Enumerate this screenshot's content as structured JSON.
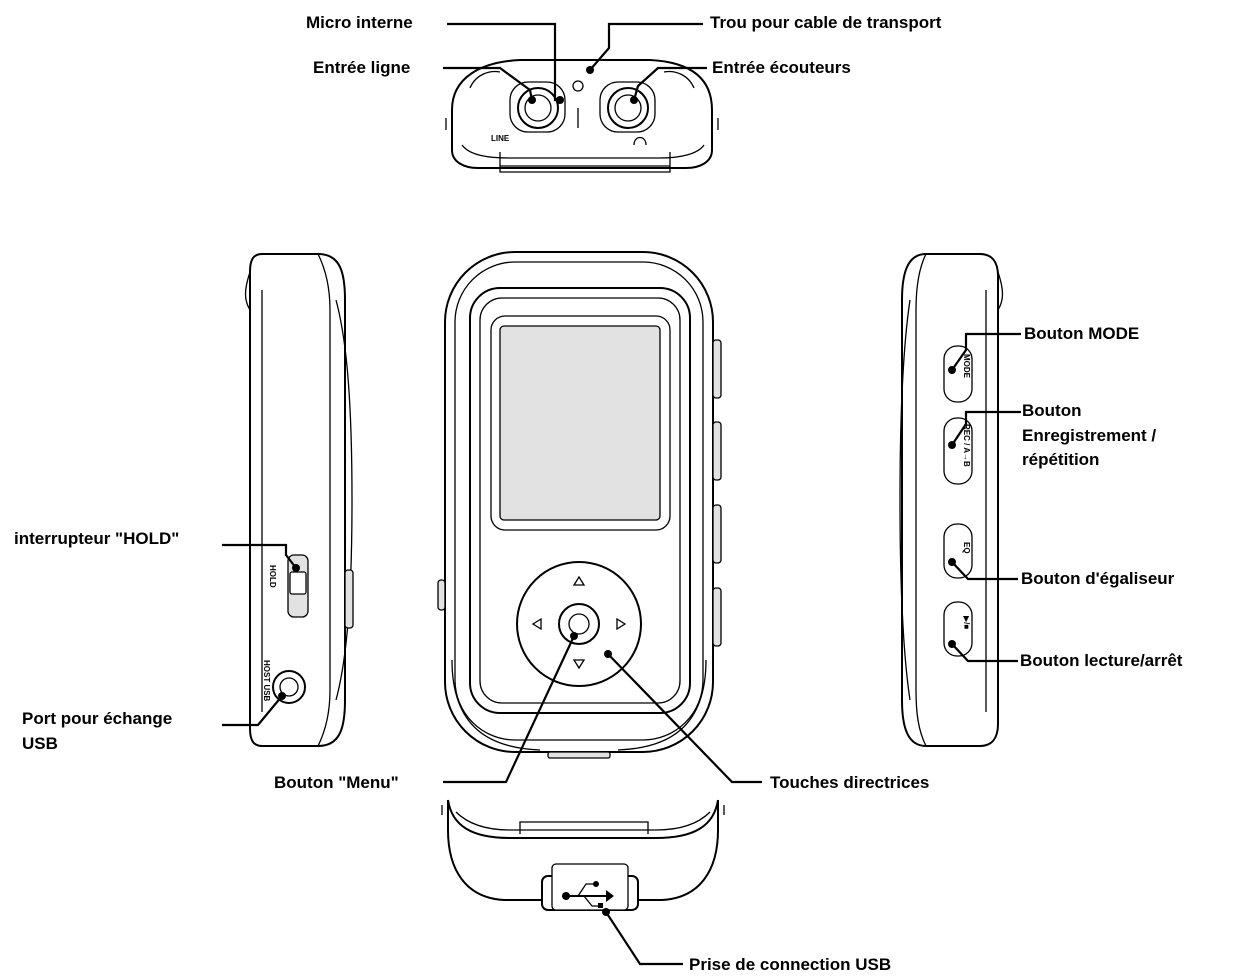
{
  "labels": {
    "micro_interne": "Micro interne",
    "trou_cable": "Trou pour cable de transport",
    "entree_ligne": "Entrée ligne",
    "entree_ecouteurs": "Entrée écouteurs",
    "bouton_mode": "Bouton MODE",
    "bouton_enregistrement": [
      "Bouton",
      "Enregistrement /",
      "répétition"
    ],
    "bouton_egaliseur": "Bouton d'égaliseur",
    "bouton_lecture": "Bouton lecture/arrêt",
    "interrupteur_hold": "interrupteur \"HOLD\"",
    "port_usb": [
      "Port pour échange",
      "USB"
    ],
    "bouton_menu": "Bouton \"Menu\"",
    "touches_directrices": "Touches directrices",
    "prise_usb": "Prise de connection USB"
  },
  "device_marks": {
    "line": "LINE",
    "hold": "HOLD",
    "host_usb": "HOST USB",
    "mode": "MODE",
    "rec": "REC / A→B",
    "eq": "EQ",
    "play": "▶/■"
  }
}
